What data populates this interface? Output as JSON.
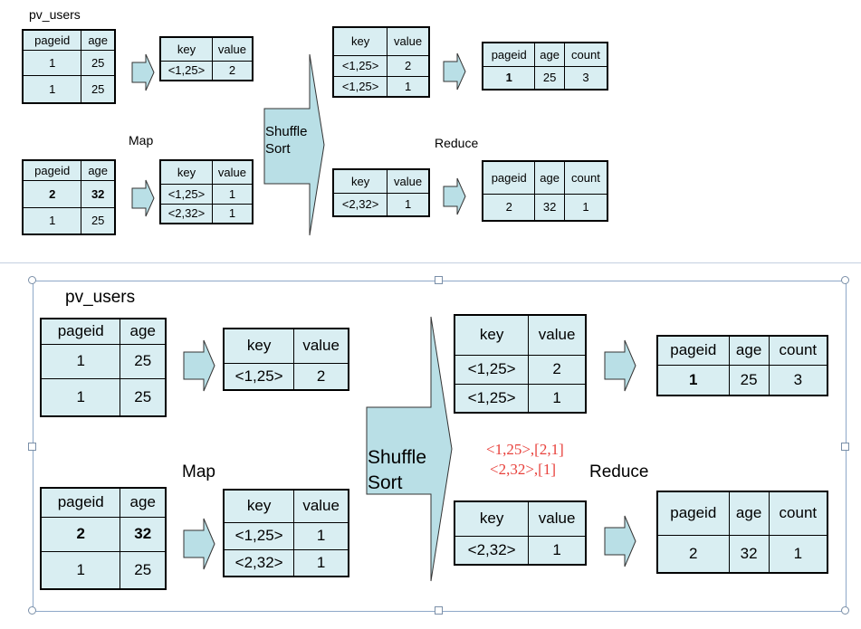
{
  "diagram": {
    "source_table": {
      "title": "pv_users",
      "headers": [
        "pageid",
        "age"
      ],
      "mapper1_rows": [
        [
          "1",
          "25"
        ],
        [
          "1",
          "25"
        ]
      ],
      "mapper2_rows": [
        [
          "2",
          "32"
        ],
        [
          "1",
          "25"
        ]
      ]
    },
    "map_label": "Map",
    "map_output_1": {
      "headers": [
        "key",
        "value"
      ],
      "rows": [
        [
          "<1,25>",
          "2"
        ]
      ]
    },
    "map_output_2": {
      "headers": [
        "key",
        "value"
      ],
      "rows": [
        [
          "<1,25>",
          "1"
        ],
        [
          "<2,32>",
          "1"
        ]
      ]
    },
    "shuffle_sort_label": [
      "Shuffle",
      "Sort"
    ],
    "reduce_input_1": {
      "headers": [
        "key",
        "value"
      ],
      "rows": [
        [
          "<1,25>",
          "2"
        ],
        [
          "<1,25>",
          "1"
        ]
      ]
    },
    "reduce_input_2": {
      "headers": [
        "key",
        "value"
      ],
      "rows": [
        [
          "<2,32>",
          "1"
        ]
      ]
    },
    "reduce_label": "Reduce",
    "result_1": {
      "headers": [
        "pageid",
        "age",
        "count"
      ],
      "rows": [
        [
          "1",
          "25",
          "3"
        ]
      ]
    },
    "result_2": {
      "headers": [
        "pageid",
        "age",
        "count"
      ],
      "rows": [
        [
          "2",
          "32",
          "1"
        ]
      ]
    },
    "annotation": {
      "lines": [
        "<1,25>,[2,1]",
        "<2,32>,[1]"
      ],
      "color": "#e8413c"
    },
    "colors": {
      "cell_fill": "#d9eef2",
      "arrow_fill": "#b9dfe6",
      "selection_frame": "#8ea8c8"
    }
  }
}
